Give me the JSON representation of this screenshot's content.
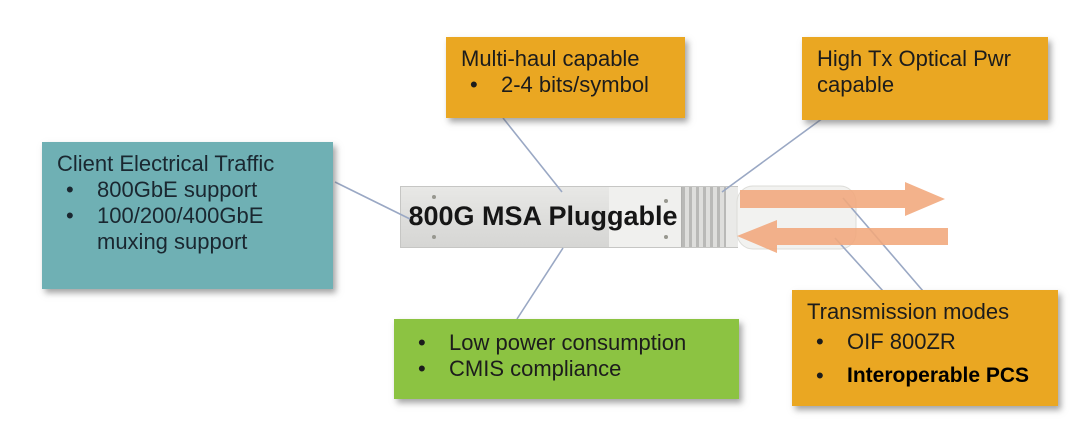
{
  "module": {
    "label": "800G MSA Pluggable"
  },
  "callouts": {
    "client_traffic": {
      "title": "Client Electrical Traffic",
      "bullets": [
        "800GbE support",
        "100/200/400GbE muxing support"
      ]
    },
    "multi_haul": {
      "title": "Multi-haul capable",
      "bullets": [
        "2-4 bits/symbol"
      ]
    },
    "high_tx": {
      "title": "High Tx Optical Pwr capable"
    },
    "low_power": {
      "bullets": [
        "Low power consumption",
        "CMIS compliance"
      ]
    },
    "transmission_modes": {
      "title": "Transmission modes",
      "bullets": [
        "OIF 800ZR",
        "Interoperable PCS"
      ]
    }
  },
  "icons": {
    "tx_arrow": "right-arrow",
    "rx_arrow": "left-arrow"
  },
  "colors": {
    "teal_box": "#6fb0b4",
    "gold_box": "#eaa722",
    "green_box": "#8cc342",
    "arrow": "#f2a87c",
    "connector_line": "#9aa8c4",
    "module_body": "#dededc"
  }
}
